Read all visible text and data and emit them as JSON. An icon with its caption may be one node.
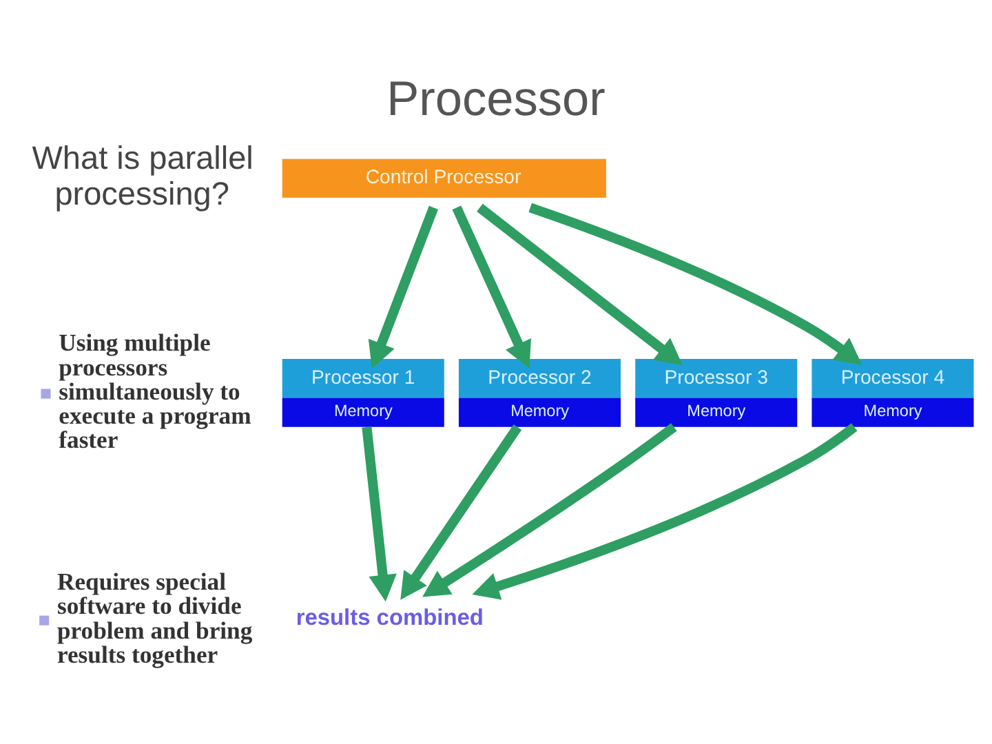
{
  "diagram": {
    "title": "Processor",
    "nodes": [
      {
        "text": [
          "Control Processor"
        ]
      },
      {
        "text": [
          "Processor 1",
          "Memory"
        ]
      },
      {
        "text": [
          "Processor 2",
          "Memory"
        ]
      },
      {
        "text": [
          "Processor 3",
          "Memory"
        ]
      },
      {
        "text": [
          "Processor 4",
          "Memory"
        ]
      },
      {
        "text": [
          "results combined"
        ]
      }
    ],
    "edges": [
      {
        "from": 0,
        "to": 1,
        "arrow": "to"
      },
      {
        "from": 0,
        "to": 2,
        "arrow": "to"
      },
      {
        "from": 0,
        "to": 3,
        "arrow": "to"
      },
      {
        "from": 0,
        "to": 4,
        "arrow": "to"
      },
      {
        "from": 1,
        "to": 5,
        "arrow": "to"
      },
      {
        "from": 2,
        "to": 5,
        "arrow": "to"
      },
      {
        "from": 3,
        "to": 5,
        "arrow": "to"
      },
      {
        "from": 4,
        "to": 5,
        "arrow": "to"
      }
    ],
    "labels": [
      "What is parallel processing?",
      "Using multiple processors simultaneously to execute a program faster",
      "Requires special software to divide problem and bring results together"
    ]
  }
}
